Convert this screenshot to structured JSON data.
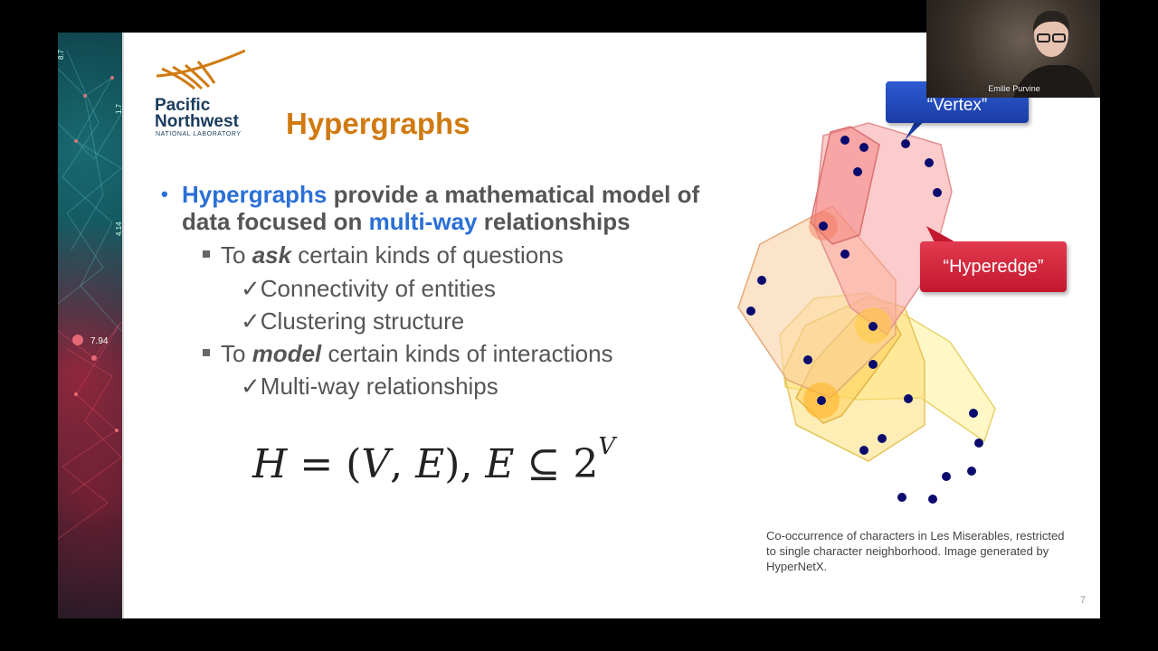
{
  "logo": {
    "name_line1": "Pacific",
    "name_line2": "Northwest",
    "subtitle": "NATIONAL LABORATORY"
  },
  "slide": {
    "title": "Hypergraphs",
    "bullet1": {
      "bullet": "•",
      "highlight1": "Hypergraphs",
      "text1": " provide a mathematical model of",
      "text2": "data focused on ",
      "highlight2": "multi-way",
      "text3": " relationships"
    },
    "sub1": {
      "prefix": "To ",
      "em": "ask",
      "suffix": " certain kinds of questions"
    },
    "check1": "✓Connectivity of entities",
    "check2": "✓Clustering structure",
    "sub2": {
      "prefix": "To ",
      "em": "model",
      "suffix": " certain kinds of interactions"
    },
    "check3": "✓Multi-way relationships",
    "formula": {
      "part1": "H",
      "part2": " = (",
      "part3": "V",
      "part4": ", ",
      "part5": "E",
      "part6": "), ",
      "part7": "E",
      "part8": " ⊆ 2",
      "sup": "V"
    },
    "callout_vertex": "“Vertex”",
    "callout_hyperedge": "“Hyperedge”",
    "caption": "Co-occurrence of characters in Les Miserables, restricted to single character neighborhood. Image generated by HyperNetX.",
    "page_number": "7"
  },
  "sidebar_labels": [
    "8.7",
    "1.7",
    "4.14",
    "7.94"
  ],
  "webcam": {
    "participant_name": "Emilie Purvine"
  },
  "colors": {
    "title": "#d07a10",
    "highlight": "#2a6fd6",
    "vertex_callout": "#1a3ca5",
    "hyperedge_callout": "#c3172e",
    "node": "#0a0a6e"
  }
}
